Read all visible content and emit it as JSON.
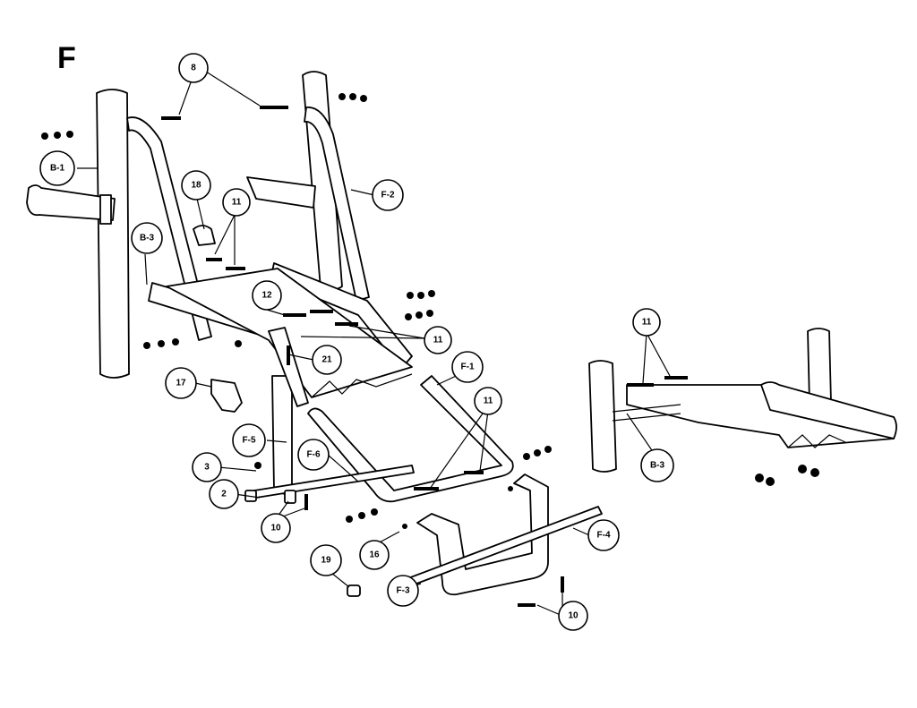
{
  "corner_mark": "F",
  "callouts": [
    {
      "id": "c-8",
      "text": "8"
    },
    {
      "id": "c-b1",
      "text": "B-1"
    },
    {
      "id": "c-18",
      "text": "18"
    },
    {
      "id": "c-11a",
      "text": "11"
    },
    {
      "id": "c-f2",
      "text": "F-2"
    },
    {
      "id": "c-b3a",
      "text": "B-3"
    },
    {
      "id": "c-12",
      "text": "12"
    },
    {
      "id": "c-11b",
      "text": "11"
    },
    {
      "id": "c-21",
      "text": "21"
    },
    {
      "id": "c-17",
      "text": "17"
    },
    {
      "id": "c-f1",
      "text": "F-1"
    },
    {
      "id": "c-11c",
      "text": "11"
    },
    {
      "id": "c-f5",
      "text": "F-5"
    },
    {
      "id": "c-f6",
      "text": "F-6"
    },
    {
      "id": "c-3",
      "text": "3"
    },
    {
      "id": "c-2",
      "text": "2"
    },
    {
      "id": "c-10a",
      "text": "10"
    },
    {
      "id": "c-16",
      "text": "16"
    },
    {
      "id": "c-19",
      "text": "19"
    },
    {
      "id": "c-f3",
      "text": "F-3"
    },
    {
      "id": "c-10b",
      "text": "10"
    },
    {
      "id": "c-f4",
      "text": "F-4"
    },
    {
      "id": "c-11d",
      "text": "11"
    },
    {
      "id": "c-b3b",
      "text": "B-3"
    }
  ]
}
